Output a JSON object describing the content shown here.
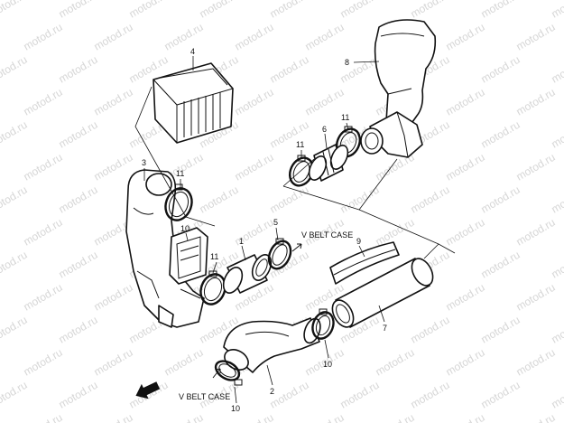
{
  "watermark": "motod.ru",
  "callouts": {
    "c1": "1",
    "c2": "2",
    "c3": "3",
    "c4": "4",
    "c5": "5",
    "c6": "6",
    "c7": "7",
    "c8": "8",
    "c9": "9",
    "c10a": "10",
    "c10b": "10",
    "c10c": "10",
    "c11a": "11",
    "c11b": "11",
    "c11c": "11",
    "c11d": "11"
  },
  "notes": {
    "belt_case_upper": "V BELT CASE",
    "belt_case_lower": "V BELT CASE"
  },
  "icons": {
    "front": "front-arrow-icon"
  }
}
